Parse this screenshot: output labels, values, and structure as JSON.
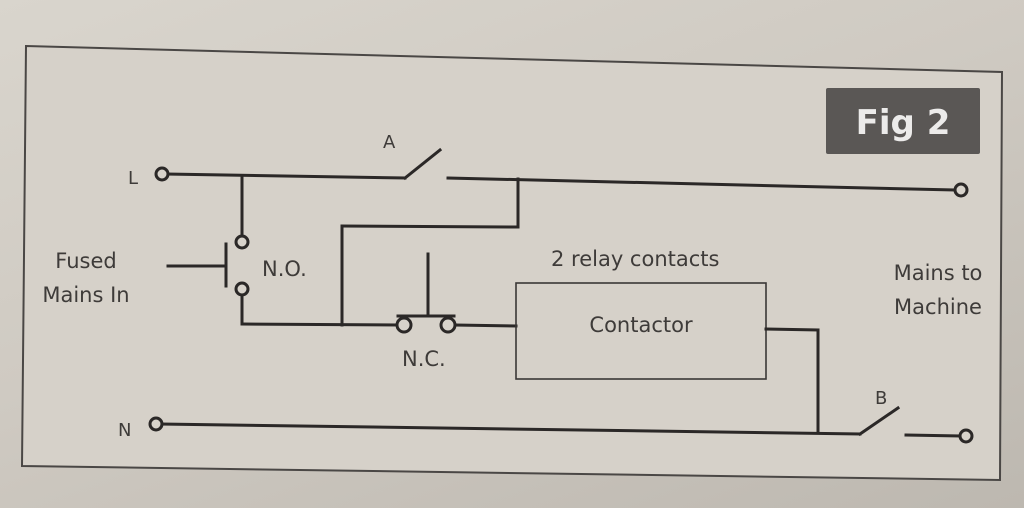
{
  "figure": {
    "badge": "Fig 2"
  },
  "labels": {
    "line": "L",
    "neutral": "N",
    "fused_line1": "Fused",
    "fused_line2": "Mains In",
    "switch_a": "A",
    "switch_b": "B",
    "no_button": "N.O.",
    "nc_button": "N.C.",
    "relay_contacts": "2 relay contacts",
    "contactor": "Contactor",
    "mains_line1": "Mains to",
    "mains_line2": "Machine"
  },
  "colors": {
    "ink": "#2b2827",
    "paper": "#d8d3cb",
    "badge": "#5a5755"
  }
}
